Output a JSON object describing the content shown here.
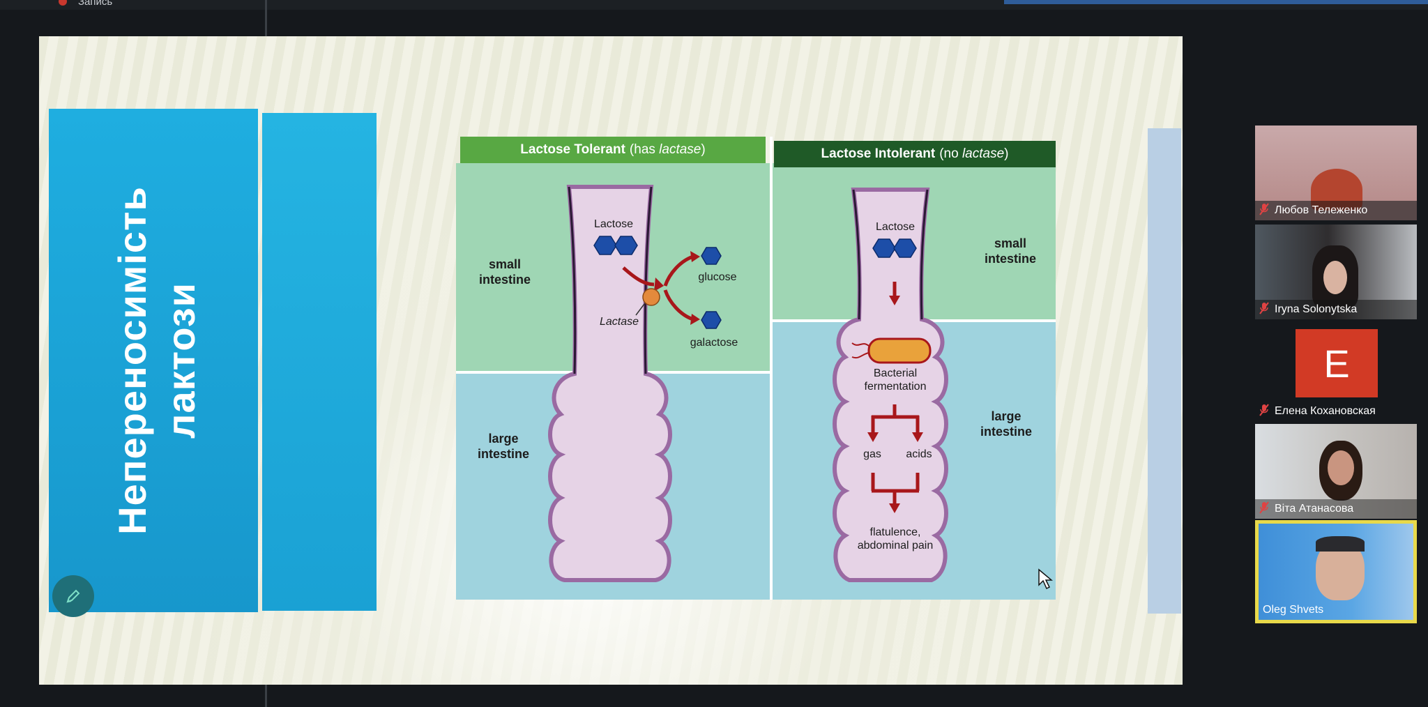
{
  "meeting": {
    "recording_label": "Запись"
  },
  "slide": {
    "title": "Непереносимість лактози",
    "diagram": {
      "tolerant_header": {
        "bold": "Lactose Tolerant",
        "normal": "(has",
        "italic": "lactase",
        "close": ")"
      },
      "intolerant_header": {
        "bold": "Lactose Intolerant",
        "normal": "(no",
        "italic": "lactase",
        "close": ")"
      },
      "left": {
        "small_intestine": "small intestine",
        "large_intestine": "large intestine",
        "lactose": "Lactose",
        "lactase": "Lactase",
        "glucose": "glucose",
        "galactose": "galactose"
      },
      "right": {
        "small_intestine": "small intestine",
        "large_intestine": "large intestine",
        "lactose": "Lactose",
        "bacterial": "Bacterial fermentation",
        "gas": "gas",
        "acids": "acids",
        "outcome": "flatulence, abdominal pain"
      },
      "colors": {
        "header_green": "#58a843",
        "header_dark_green": "#1f5a27",
        "small_bg": "#9fd6b4",
        "large_bg": "#9fd3de",
        "tube_fill": "#e6d3e6",
        "tube_outline": "#2a1834",
        "hexagon": "#1d4ea8",
        "arrow": "#a8171b",
        "enzyme": "#e38a3c"
      }
    }
  },
  "participants": [
    {
      "name": "Любов Тележенко",
      "muted": true
    },
    {
      "name": "Iryna Solonytska",
      "muted": true
    },
    {
      "name": "Елена Кохановская",
      "muted": true,
      "avatar_letter": "E"
    },
    {
      "name": "Віта Атанасова",
      "muted": true
    },
    {
      "name": "Oleg Shvets",
      "muted": false,
      "active_speaker": true
    }
  ],
  "icons": [
    "record-icon",
    "pen-icon",
    "mic-muted-icon",
    "cursor-icon"
  ]
}
